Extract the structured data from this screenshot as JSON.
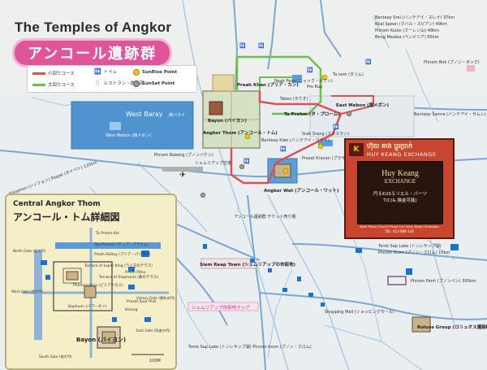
{
  "title_en": "The Temples of Angkor",
  "title_jp": "アンコール遺跡群",
  "legend": {
    "small_circuit": "小回りコース",
    "large_circuit": "大回りコース",
    "toilet": "トイレ",
    "restaurant": "レストラン・飲食店",
    "sunrise": "SunRise Point",
    "sunset": "SunSet Point"
  },
  "places": {
    "banteay_srey": "Banteay Srei (バンテアイ・スレイ) 37km",
    "kbal_spean": "Kbal Spean (クバル・スピアン) 49km",
    "phnom_kulen": "Phnom Kulen (クーレン山) 48km",
    "beng_mealea": "Beng Mealea (ベンメリア) 65km",
    "phnom_bok": "Phnom Bok (プノン・ボック)",
    "preah_khan": "Preah Khan (プリア・カン)",
    "neak_pean": "Neak Pean (ニャック・ポアン)",
    "ta_som": "Ta som (タソム)",
    "pre_rup": "Pre Rup",
    "east_mebon": "East Mebon (東メボン)",
    "takeo": "Takeo (タケオ)",
    "ta_prohm": "Ta Prohm (タ・プローム)",
    "banteay_samre": "Banteay Samre (バンテアイ・サムレ)",
    "west_baray": "West Baray",
    "west_baray_jp": "西バライ",
    "west_mebon": "West Mebon (西メボン)",
    "angkor_thom": "Angkor Thom (アンコール・トム)",
    "bayon": "Bayon (バイヨン)",
    "phnom_bakeng": "Phnom Bakeng (プノンバケン)",
    "banteay_kdei": "Banteay Kdei (バンテアイ・クデイ)",
    "srah_srang": "Srah Srang (スラスラン)",
    "prasat_kravan": "Prasat Kravan (プラサット・クラバン)",
    "angkor_wat": "Angkor Wat (アンコール・ワット)",
    "airport": "シェムリアップ空港",
    "ticket": "アンコール遺跡群 チケット売り場",
    "siem_reap_town": "Siem Reap Town (シェムリアップの市街地)",
    "town_map": "シェムリアップ市街地マップ",
    "tonle_sap_lake": "Tonle Sap Lake (トンレサップ湖)",
    "phnom_krom_10km": "Phnom Krom (プノン・クロム) 10km",
    "phnom_krom_lower": "Tonle Sap Lake (トンレサップ湖) Phnom Krom (プノン・クロム)",
    "phnom_penh": "Phnom Penh (プノンペン) 300km",
    "roluos_group": "Roluos Group (ロリュオス遺跡群)",
    "shoppingmall": "Shopping Mall (ショッピングモール)",
    "west_road": "Sisophon (シソフォン) Poipet (ポイペト) 135km"
  },
  "ad": {
    "name_khmer": "ហ៊ុយ គាង ប្តូរប្រាក់",
    "name": "HUY KEANG EXCHANGE",
    "sign_line1": "Huy Keang",
    "sign_line2": "EXCHANGE",
    "sign_line3": "円＄€US＄リエル・バーツ",
    "sign_line4": "T/C(& 換金可能)",
    "address": "Near Phsar Chas & Phsar Leu Siem Reap Cambodia",
    "phone": "TEL: 012-888-144"
  },
  "inset": {
    "title_en": "Central Angkor Thom",
    "title_jp": "アンコール・トム詳細図",
    "places": [
      "Ta Prohm Kel",
      "Tep Pranam (テップ・プラナム)",
      "Preah Palilay (プリア・パリライ)",
      "Terrace of Leper King (ライ王のテラス)",
      "Phimeanakas (ピミアナカス)",
      "Terrace of Elephants (象のテラス)",
      "Baphuon (バプーオン)",
      "Bayon (バイヨン)",
      "Prasat Suor Prat",
      "Kleang",
      "Preah Pithu"
    ],
    "gates": [
      "North Gate (北大門)",
      "West Gate (西大門)",
      "South Gate (南大門)",
      "Victory Gate (勝利の門)",
      "East Gate (死者の門)"
    ],
    "scale": "100M"
  },
  "colors": {
    "map_bg": "#e8eef2",
    "road": "#8fb3d6",
    "water": "#5a9bd5",
    "small_circuit": "#e05050",
    "large_circuit": "#6cbf4a",
    "title_pink": "#e0559a",
    "sun_yellow": "#f3c400",
    "inset_bg": "#f5efc8",
    "ad_bg": "#c8462e"
  }
}
